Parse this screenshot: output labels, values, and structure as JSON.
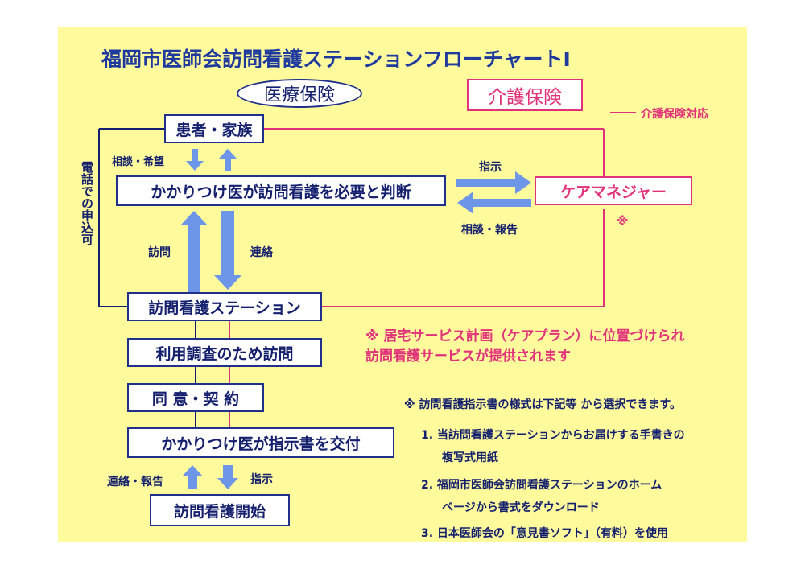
{
  "title": "福岡市医師会訪問看護ステーションフローチャートⅠ",
  "labels": {
    "medical_insurance": "医療保険",
    "care_insurance": "介護保険",
    "care_insurance_legend": "介護保険対応",
    "patient_family": "患者・家族",
    "consult_request": "相談・希望",
    "phone_application": "電話での申込可",
    "doctor_judgment": "かかりつけ医が訪問看護を必要と判断",
    "instruction": "指示",
    "care_manager": "ケアマネジャー",
    "consult_report": "相談・報告",
    "asterisk": "※",
    "visit": "訪問",
    "contact": "連絡",
    "station": "訪問看護ステーション",
    "usage_survey": "利用調査のため訪問",
    "consent_contract": "同 意・契 約",
    "instruction_document": "かかりつけ医が指示書を交付",
    "contact_report": "連絡・報告",
    "instruction_bottom": "指示",
    "start_visits": "訪問看護開始"
  },
  "notes": {
    "care_plan_line1": "※ 居宅サービス計画（ケアプラン）に位置づけられ",
    "care_plan_line2": "訪問看護サービスが提供されます",
    "form_header": "※ 訪問看護指示書の様式は下記等 から選択できます。",
    "form_items": [
      "1. 当訪問看護ステーションからお届けする手書きの",
      "複写式用紙",
      "2. 福岡市医師会訪問看護ステーションのホーム",
      "ページから書式をダウンロード",
      "3. 日本医師会の「意見書ソフト」（有料）を使用"
    ]
  },
  "colors": {
    "background": "#fffa9c",
    "navy": "#14206e",
    "box_border": "#1f2f8a",
    "pink": "#e0327a",
    "arrow": "#6d95e8"
  }
}
